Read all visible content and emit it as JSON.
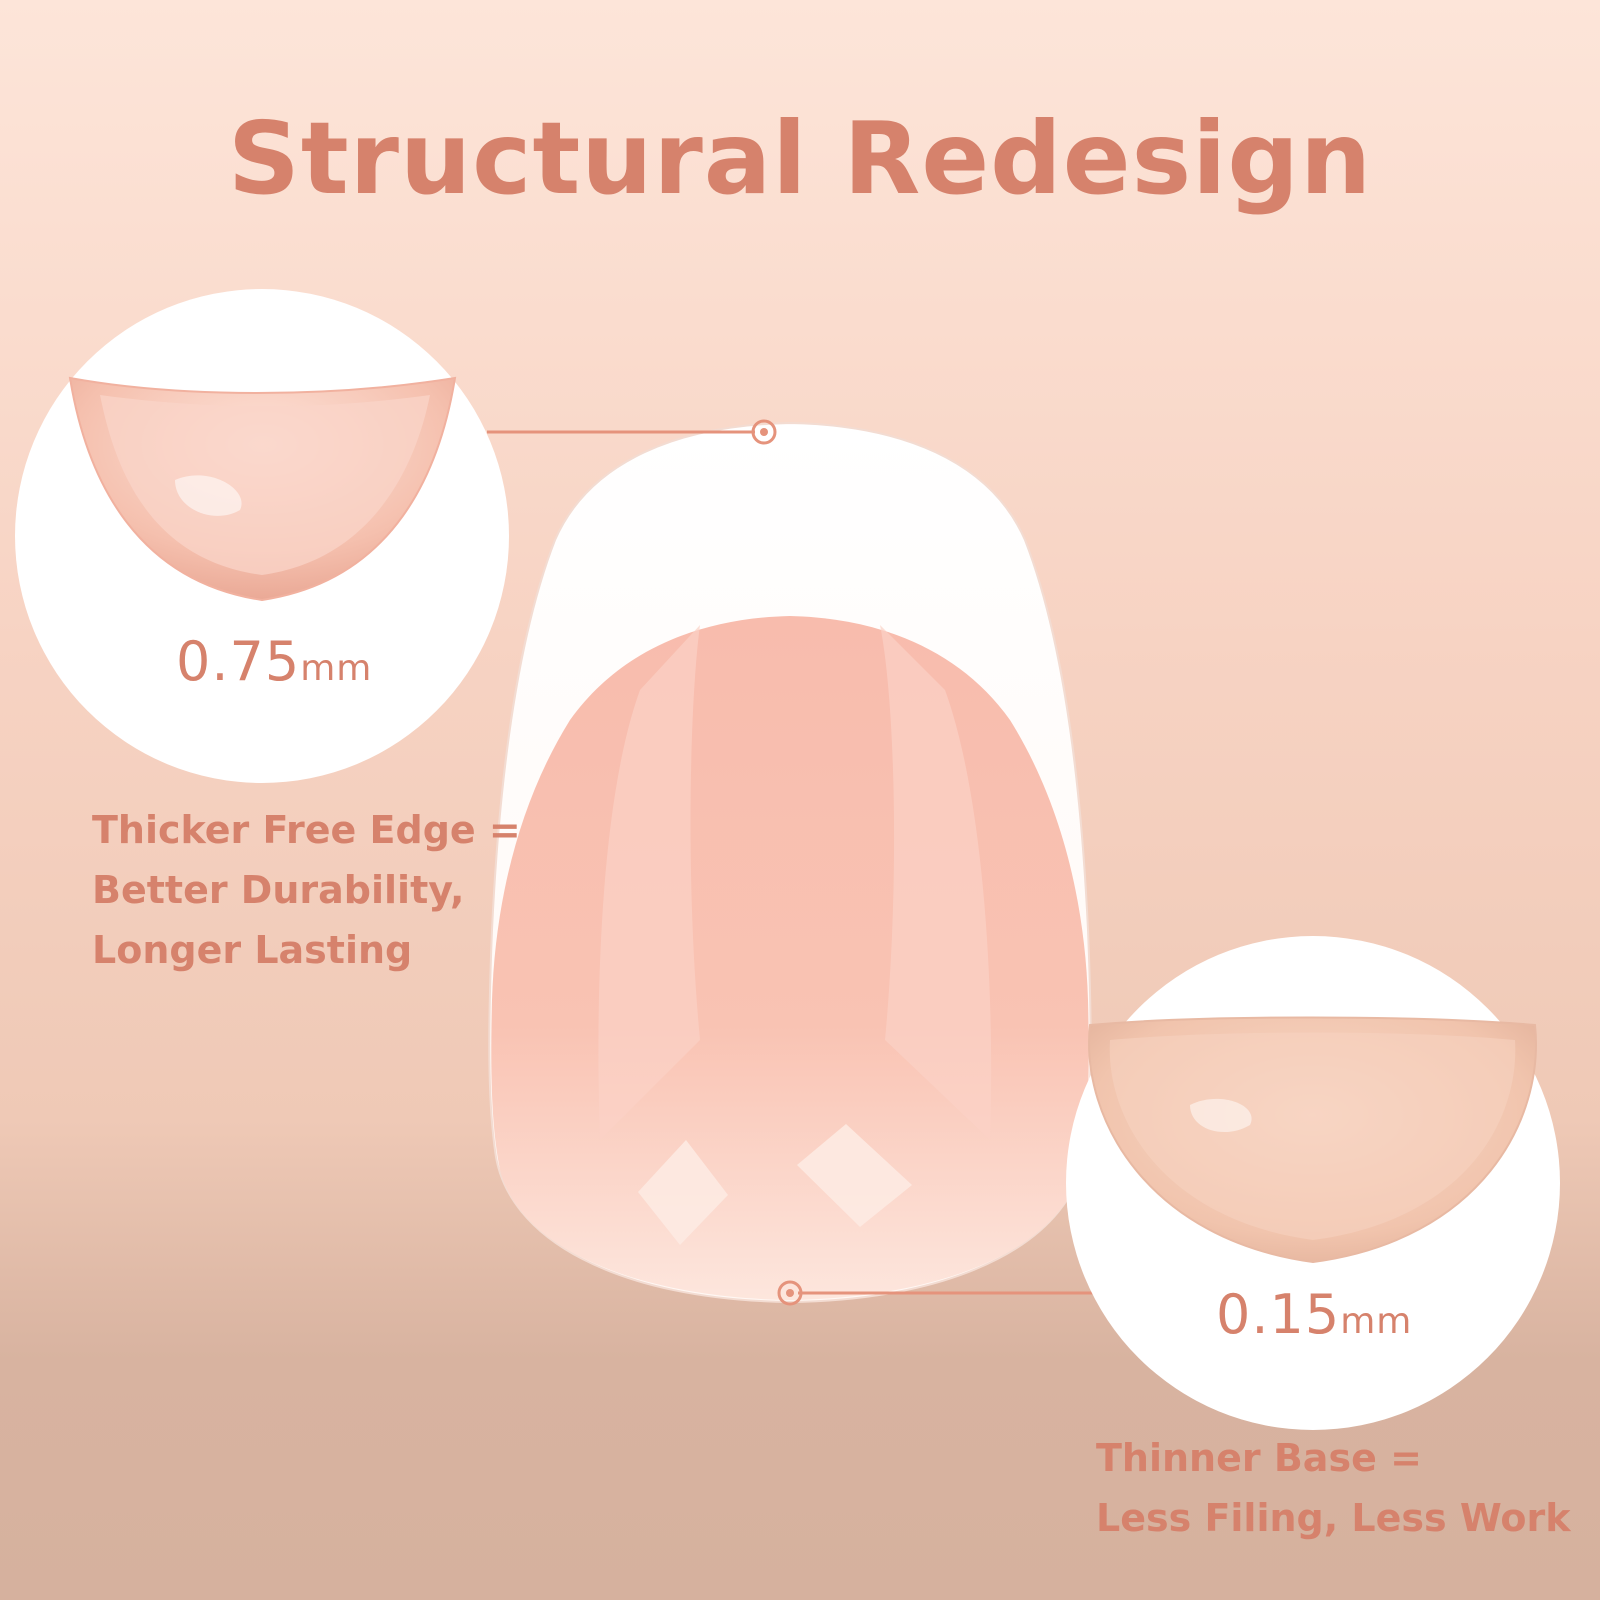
{
  "title": "Structural Redesign",
  "free_edge": {
    "value": "0.75",
    "unit": "mm",
    "caption_lines": [
      "Thicker Free Edge =",
      "Better Durability,",
      "Longer Lasting"
    ]
  },
  "base": {
    "value": "0.15",
    "unit": "mm",
    "caption_lines": [
      "Thinner Base =",
      "Less Filing, Less Work"
    ]
  },
  "colors": {
    "accent": "#d6826c",
    "nail_pink": "#f7b9a9",
    "nail_white": "#ffffff"
  }
}
